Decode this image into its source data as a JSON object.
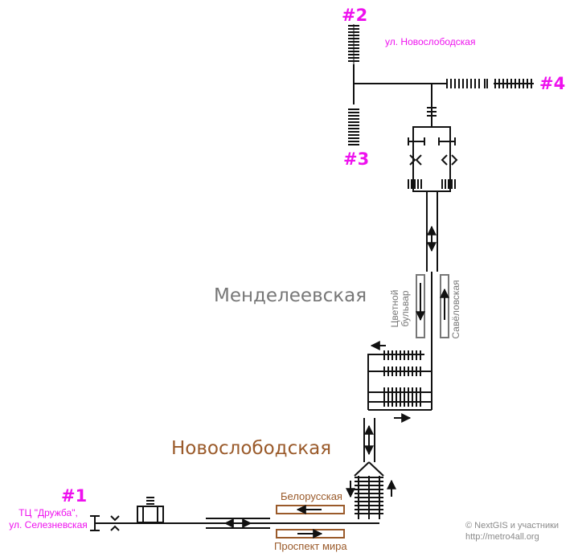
{
  "exits": {
    "e1": {
      "num": "#1",
      "street_line1": "ТЦ \"Дружба\",",
      "street_line2": "ул. Селезневская"
    },
    "e2": {
      "num": "#2",
      "street": "ул. Новослободская"
    },
    "e3": {
      "num": "#3"
    },
    "e4": {
      "num": "#4"
    }
  },
  "stations": {
    "mendeleevskaya": {
      "name": "Менделеевская",
      "color": "#777777"
    },
    "novoslobodskaya": {
      "name": "Новослободская",
      "color": "#9a5a2a"
    }
  },
  "platforms": {
    "belorusskaya": "Белорусская",
    "prospekt_mira": "Проспект мира",
    "tsvetnoy_line1": "Цветной",
    "tsvetnoy_line2": "бульвар",
    "savyolovskaya": "Савёловская"
  },
  "credits": {
    "line1": "© NextGIS и участники",
    "line2": "http://metro4all.org"
  },
  "colors": {
    "exit": "#ee11ee",
    "line": "#111111",
    "mendeleevskaya": "#777777",
    "novoslobodskaya": "#9a5a2a"
  }
}
